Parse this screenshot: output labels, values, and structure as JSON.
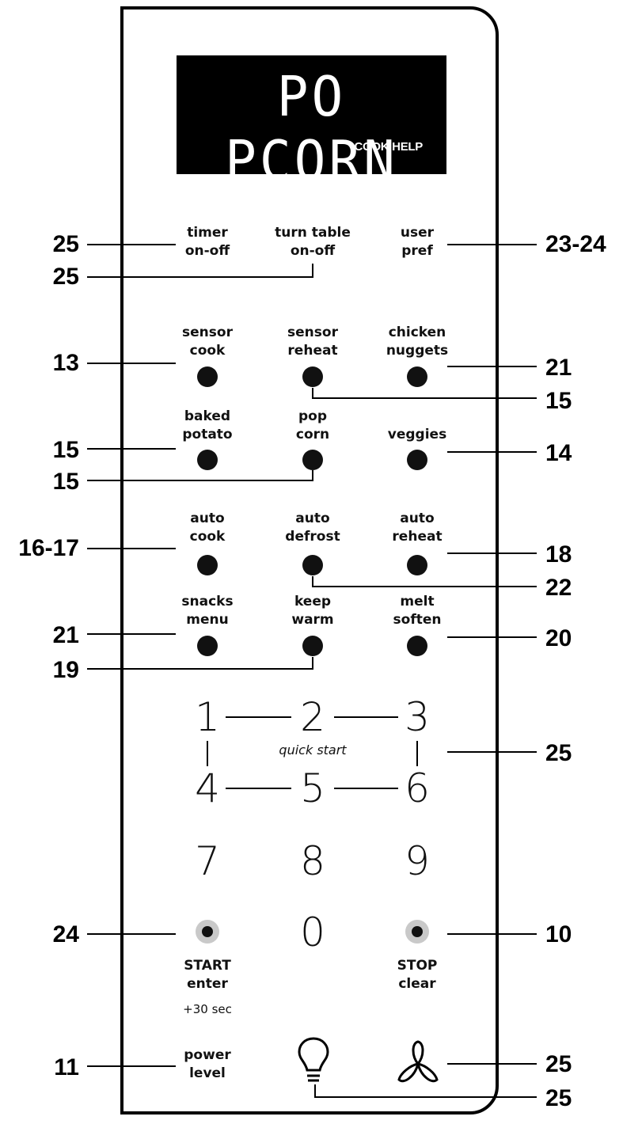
{
  "display": {
    "text": "PO PCORN",
    "sub": "COOK HELP"
  },
  "buttons": {
    "timer": "timer\non-off",
    "turntable": "turn table\non-off",
    "userpref": "user\npref",
    "sensorcook": "sensor\ncook",
    "sensorreheat": "sensor\nreheat",
    "chicken": "chicken\nnuggets",
    "bakedpotato": "baked\npotato",
    "popcorn": "pop\ncorn",
    "veggies": "veggies",
    "autocook": "auto\ncook",
    "autodefrost": "auto\ndefrost",
    "autoreheat": "auto\nreheat",
    "snacks": "snacks\nmenu",
    "keepwarm": "keep\nwarm",
    "melt": "melt\nsoften",
    "start": "START\nenter",
    "plus30": "+30 sec",
    "stop": "STOP\nclear",
    "power": "power\nlevel"
  },
  "keypad": {
    "d1": "1",
    "d2": "2",
    "d3": "3",
    "d4": "4",
    "d5": "5",
    "d6": "6",
    "d7": "7",
    "d8": "8",
    "d9": "9",
    "d0": "0",
    "quick_start": "quick start"
  },
  "icons": {
    "light": "light-bulb-icon",
    "fan": "fan-icon"
  },
  "refs": {
    "timer": "25",
    "turntable": "25",
    "userpref": "23-24",
    "sensorcook": "13",
    "chicken": "21",
    "sensorreheat": "15",
    "bakedpotato": "15",
    "veggies": "14",
    "popcorn": "15",
    "autocook": "16-17",
    "autoreheat": "18",
    "autodefrost": "22",
    "snacks": "21",
    "melt": "20",
    "keepwarm": "19",
    "keypad": "25",
    "start": "24",
    "stop": "10",
    "power": "11",
    "fan": "25",
    "light": "25"
  }
}
